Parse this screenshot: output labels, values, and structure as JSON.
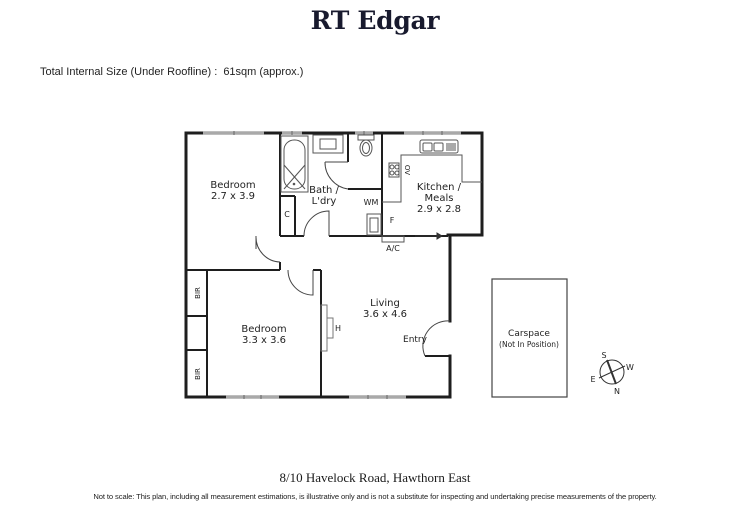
{
  "header": {
    "brand": "RT Edgar",
    "size_label": "Total Internal Size (Under Roofline) :",
    "size_value": "61sqm (approx.)"
  },
  "plan": {
    "rooms": [
      {
        "name": "Bedroom",
        "dims": "2.7 x 3.9"
      },
      {
        "name": "Bath /",
        "name2": "L'dry"
      },
      {
        "name": "Kitchen /",
        "name2": "Meals",
        "dims": "2.9 x 2.8"
      },
      {
        "name": "Bedroom",
        "dims": "3.3 x 3.6"
      },
      {
        "name": "Living",
        "dims": "3.6 x 4.6"
      }
    ],
    "fixtures": {
      "cupboard": "C",
      "washing_machine": "WM",
      "fridge": "F",
      "air_con": "A/C",
      "oven": "OV",
      "heater": "H",
      "entry": "Entry",
      "bir_1": "BIR",
      "bir_2": "BIR"
    },
    "carspace": {
      "label": "Carspace",
      "sub": "(Not In Position)"
    },
    "compass": {
      "s": "S",
      "w": "W",
      "e": "E",
      "n": "N"
    }
  },
  "footer": {
    "address": "8/10 Havelock Road, Hawthorn East",
    "disclaimer": "Not to scale: This plan, including all measurement estimations, is illustrative only and is not a substitute for inspecting and undertaking precise measurements of the property."
  },
  "colors": {
    "wall": "#1e1e1e",
    "window": "#a9a9a9",
    "brand": "#181a2e"
  }
}
